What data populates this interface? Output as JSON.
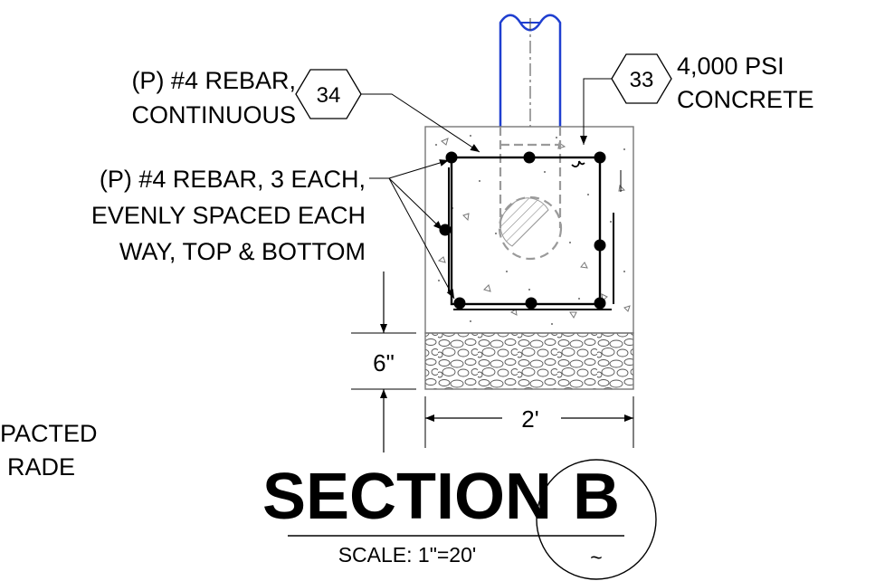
{
  "notes": {
    "rebar_continuous": [
      "(P) #4 REBAR,",
      "CONTINUOUS"
    ],
    "rebar_each": [
      "(P) #4 REBAR, 3 EACH,",
      "EVENLY SPACED EACH",
      "WAY, TOP & BOTTOM"
    ],
    "concrete": [
      "4,000 PSI",
      "CONCRETE"
    ],
    "subgrade_partial": [
      "PACTED",
      "RADE"
    ]
  },
  "tags": {
    "rebar": "34",
    "concrete": "33"
  },
  "dimensions": {
    "gravel_depth": "6\"",
    "footing_width": "2'"
  },
  "section": {
    "title": "SECTION",
    "id": "B",
    "scale": "SCALE: 1\"=20'",
    "sheet_ref": "~"
  },
  "colors": {
    "post": "#1f3fd0",
    "hidden_lines": "#9a9a9a",
    "linework": "#000000"
  }
}
